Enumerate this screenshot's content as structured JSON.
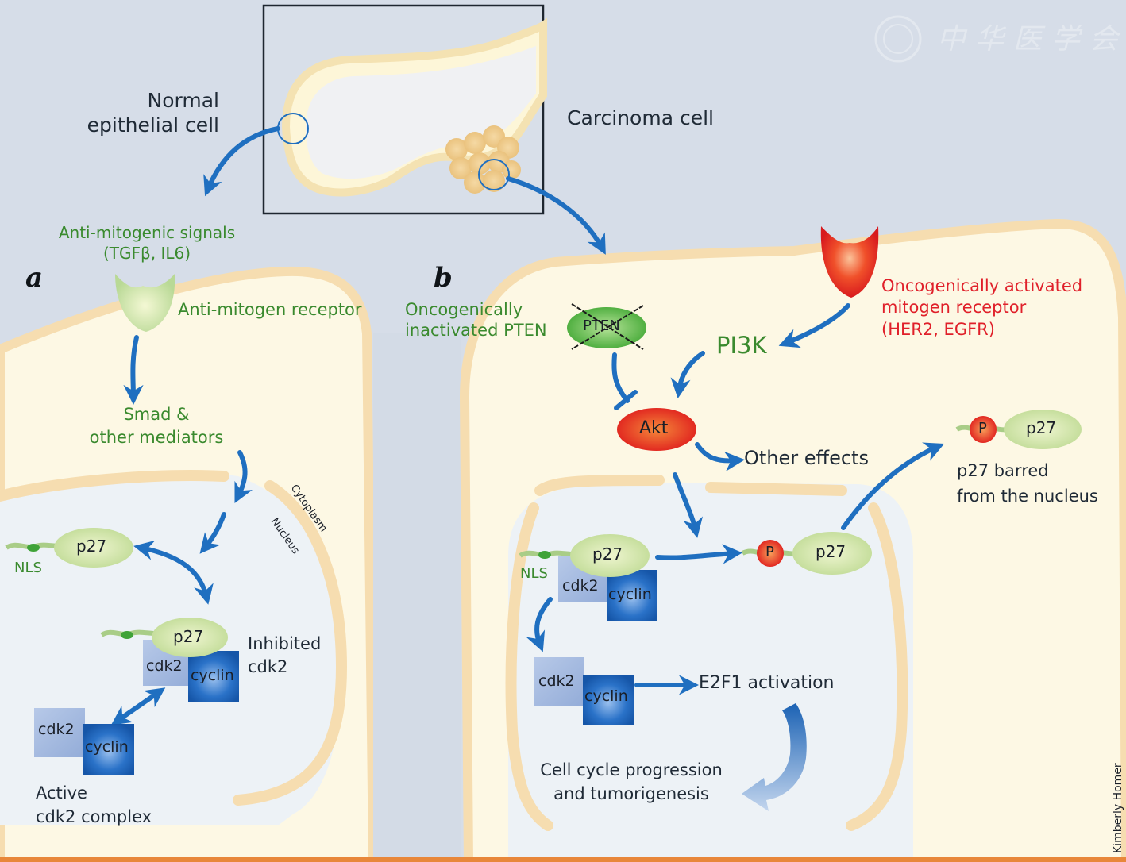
{
  "figure": {
    "panels": {
      "a_label": "a",
      "b_label": "b"
    },
    "inset": {
      "normal_cell_label": "Normal\nepithelial cell",
      "carcinoma_cell_label": "Carcinoma cell"
    },
    "panel_a": {
      "signals_label": "Anti-mitogenic signals\n(TGFβ, IL6)",
      "receptor_label": "Anti-mitogen receptor",
      "mediators_label": "Smad &\nother mediators",
      "cytoplasm_label": "Cytoplasm",
      "nucleus_label": "Nucleus",
      "p27_label": "p27",
      "nls_label": "NLS",
      "inhibited_p27_label": "p27",
      "inhibited_cdk2_box": "cdk2",
      "inhibited_cyclin_box": "cyclin",
      "inhibited_label": "Inhibited\ncdk2",
      "active_cdk2_box": "cdk2",
      "active_cyclin_box": "cyclin",
      "active_label": "Active\ncdk2 complex"
    },
    "panel_b": {
      "pten_desc_label": "Oncogenically\ninactivated PTEN",
      "pten_label": "PTEN",
      "receptor_label": "Oncogenically activated\nmitogen receptor\n(HER2, EGFR)",
      "pi3k_label": "PI3K",
      "akt_label": "Akt",
      "other_effects_label": "Other effects",
      "p27_complex_label": "p27",
      "nls_label": "NLS",
      "complex_cdk2_box": "cdk2",
      "complex_cyclin_box": "cyclin",
      "phospho_label": "P",
      "phospho_p27_label": "p27",
      "barred_phospho_label": "P",
      "barred_p27_label": "p27",
      "barred_label": "p27 barred\nfrom the nucleus",
      "free_cdk2_box": "cdk2",
      "free_cyclin_box": "cyclin",
      "e2f1_label": "E2F1 activation",
      "progression_label": "Cell cycle progression\nand tumorigenesis"
    },
    "credit": "Kimberly Homer",
    "watermark_text": "中华医学会"
  },
  "colors": {
    "background": "#d6dde8",
    "cytoplasm": "#fdf8e4",
    "membrane": "#f6ddb0",
    "nucleoplasm": "#edf2f6",
    "arrow": "#1f6fc0",
    "green_text": "#3a8a2e",
    "red_text": "#e0202a",
    "cdk2": "#9fb6df",
    "cyclin": "#1c5fb4",
    "p27": "#cfe3a8",
    "akt": "#e8231f",
    "pten": "#5dbb4a",
    "bottom_rule": "#e8873a"
  }
}
